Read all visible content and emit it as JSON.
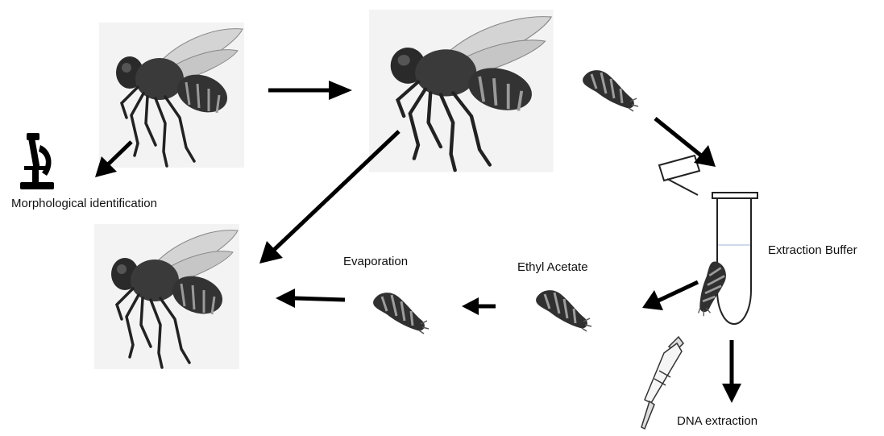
{
  "labels": {
    "morphological": "Morphological identification",
    "extraction_buffer": "Extraction Buffer",
    "ethyl_acetate": "Ethyl Acetate",
    "evaporation": "Evaporation",
    "dna_extraction": "DNA extraction"
  },
  "icons": {
    "fly": "fly-icon",
    "abdomen": "fly-abdomen-icon",
    "microscope": "microscope-icon",
    "tube": "microcentrifuge-tube-icon",
    "pipette": "pipette-icon"
  },
  "colors": {
    "ink": "#000000",
    "fly_body": "#2b2b2b",
    "fly_wing": "#cfcfcf",
    "photo_bg": "#f3f3f3"
  }
}
